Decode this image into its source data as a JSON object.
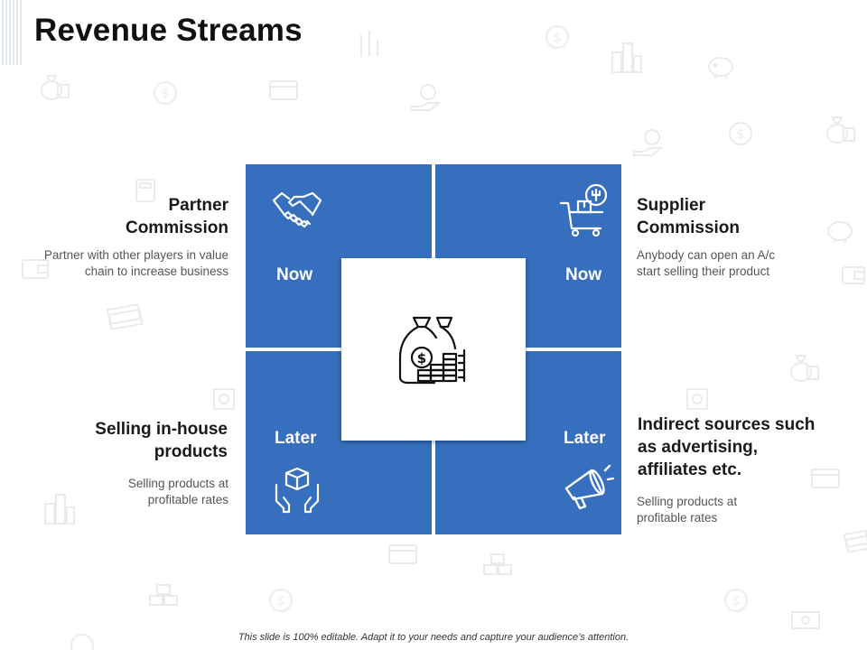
{
  "title": "Revenue Streams",
  "quadrants": {
    "top_left": {
      "label": "Now",
      "icon": "handshake-icon"
    },
    "top_right": {
      "label": "Now",
      "icon": "cart-gear-icon"
    },
    "bottom_left": {
      "label": "Later",
      "icon": "hands-box-icon"
    },
    "bottom_right": {
      "label": "Later",
      "icon": "megaphone-icon"
    }
  },
  "center": {
    "icon": "money-bags-coins-icon"
  },
  "items": {
    "partner": {
      "heading_line1": "Partner",
      "heading_line2": "Commission",
      "desc_line1": "Partner with other players in value",
      "desc_line2": "chain to increase business"
    },
    "supplier": {
      "heading_line1": "Supplier",
      "heading_line2": "Commission",
      "desc_line1": "Anybody can open an A/c",
      "desc_line2": "start selling their product"
    },
    "inhouse": {
      "heading_line1": "Selling in-house",
      "heading_line2": "products",
      "desc_line1": "Selling products at",
      "desc_line2": "profitable rates"
    },
    "indirect": {
      "heading_line1": "Indirect sources such",
      "heading_line2": "as advertising,",
      "heading_line3": "affiliates etc.",
      "desc_line1": "Selling products at",
      "desc_line2": "profitable rates"
    }
  },
  "footer": "This slide is 100% editable. Adapt it to your needs and capture your audience’s attention.",
  "colors": {
    "quadrant": "#366fbe",
    "background": "#ffffff"
  }
}
